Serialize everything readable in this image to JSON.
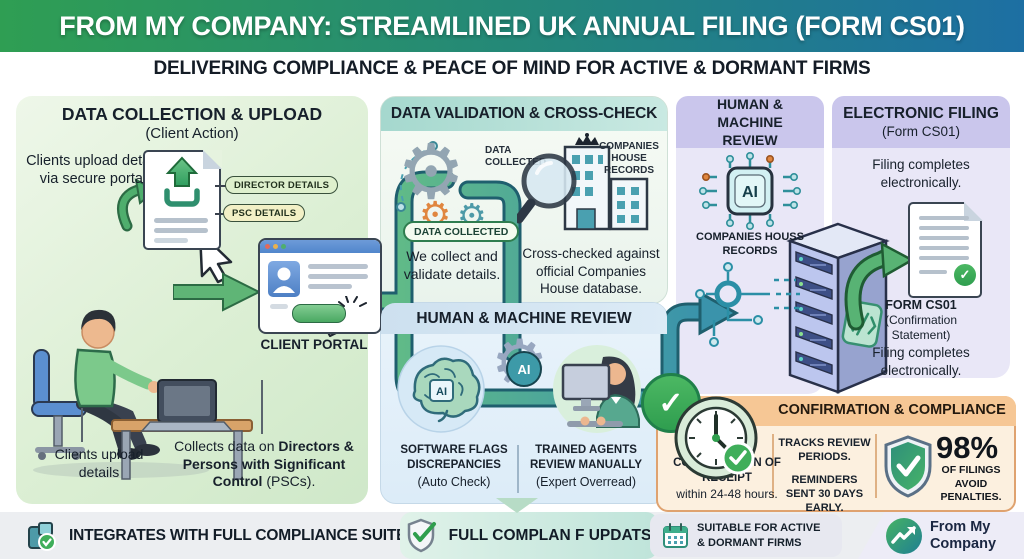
{
  "icons": {
    "gear": "⚙",
    "check": "✓"
  },
  "colors": {
    "header_gradient_left": "#2f9e53",
    "header_gradient_right": "#1d6fa3",
    "accent_green": "#3fae5a",
    "accent_teal": "#3a93ab",
    "panel_green_bg": "#dff0d8",
    "panel_teal_header": "#abdcd2",
    "panel_blue_header": "#cfe2f2",
    "panel_lavender_header": "#cac6ec",
    "panel_lavender_body": "#e9e7f7",
    "confirmation_banner": "#f6c795",
    "confirmation_body": "#fcf0df",
    "footer_bg": "#eceef1"
  },
  "header": {
    "title": "FROM MY COMPANY: STREAMLINED UK ANNUAL FILING (FORM CS01)",
    "subtitle": "DELIVERING COMPLIANCE & PEACE OF MIND FOR ACTIVE & DORMANT FIRMS"
  },
  "collection": {
    "title": "DATA COLLECTION & UPLOAD",
    "subtitle": "(Client Action)",
    "note": "Clients upload details via secure portal.",
    "badge_director": "DIRECTOR DETAILS",
    "badge_psc": "PSC DETAILS",
    "portal_label": "CLIENT PORTAL",
    "caption_left": "Clients upload details",
    "caption_right_prefix": "Collects data on ",
    "caption_right_bold": "Directors & Persons with Significant Control",
    "caption_right_suffix": " (PSCs)."
  },
  "validation": {
    "title": "DATA VALIDATION & CROSS-CHECK",
    "gears_label": "DATA COLLECTED",
    "pill": "DATA COLLECTED",
    "left_text": "We collect and validate details.",
    "records_label": "COMPANIES HOUSE RECORDS",
    "right_text": "Cross-checked against official Companies House database."
  },
  "review": {
    "title": "HUMAN & MACHINE REVIEW",
    "ai": "AI",
    "left_caption": "SOFTWARE FLAGS DISCREPANCIES",
    "left_sub": "(Auto Check)",
    "right_caption": "TRAINED AGENTS REVIEW MANUALLY",
    "right_sub": "(Expert Overread)"
  },
  "hm_review": {
    "title": "HUMAN & MACHINE REVIEW",
    "ai": "AI",
    "records_label": "COMPANIES HOUSS RECORDS"
  },
  "filing": {
    "title": "ELECTRONIC FILING",
    "subtitle": "(Form CS01)",
    "text_top": "Filing completes electronically.",
    "form_label": "FORM CS01",
    "form_sub": "(Confirmation Statement)",
    "text_bottom": "Filing completes electronically."
  },
  "confirmation": {
    "title": "CONFIRMATION & COMPLIANCE",
    "receipt_bold": "CONFIRMATION OF RECEIPT",
    "receipt_sub": "within 24-48 hours.",
    "tracks_1": "TRACKS REVIEW PERIODS.",
    "tracks_2": "REMINDERS SENT 30 DAYS EARLY.",
    "stat_value": "98%",
    "stat_caption": "OF FILINGS AVOID PENALTIES."
  },
  "footer": {
    "item1": "INTEGRATES WITH FULL COMPLIANCE SUITE",
    "item2": "FULL COMPLAN F UPDATS",
    "item3_line1": "SUITABLE FOR ACTIVE",
    "item3_line2": "& DORMANT FIRMS",
    "logo_line1": "From My",
    "logo_line2": "Company"
  }
}
